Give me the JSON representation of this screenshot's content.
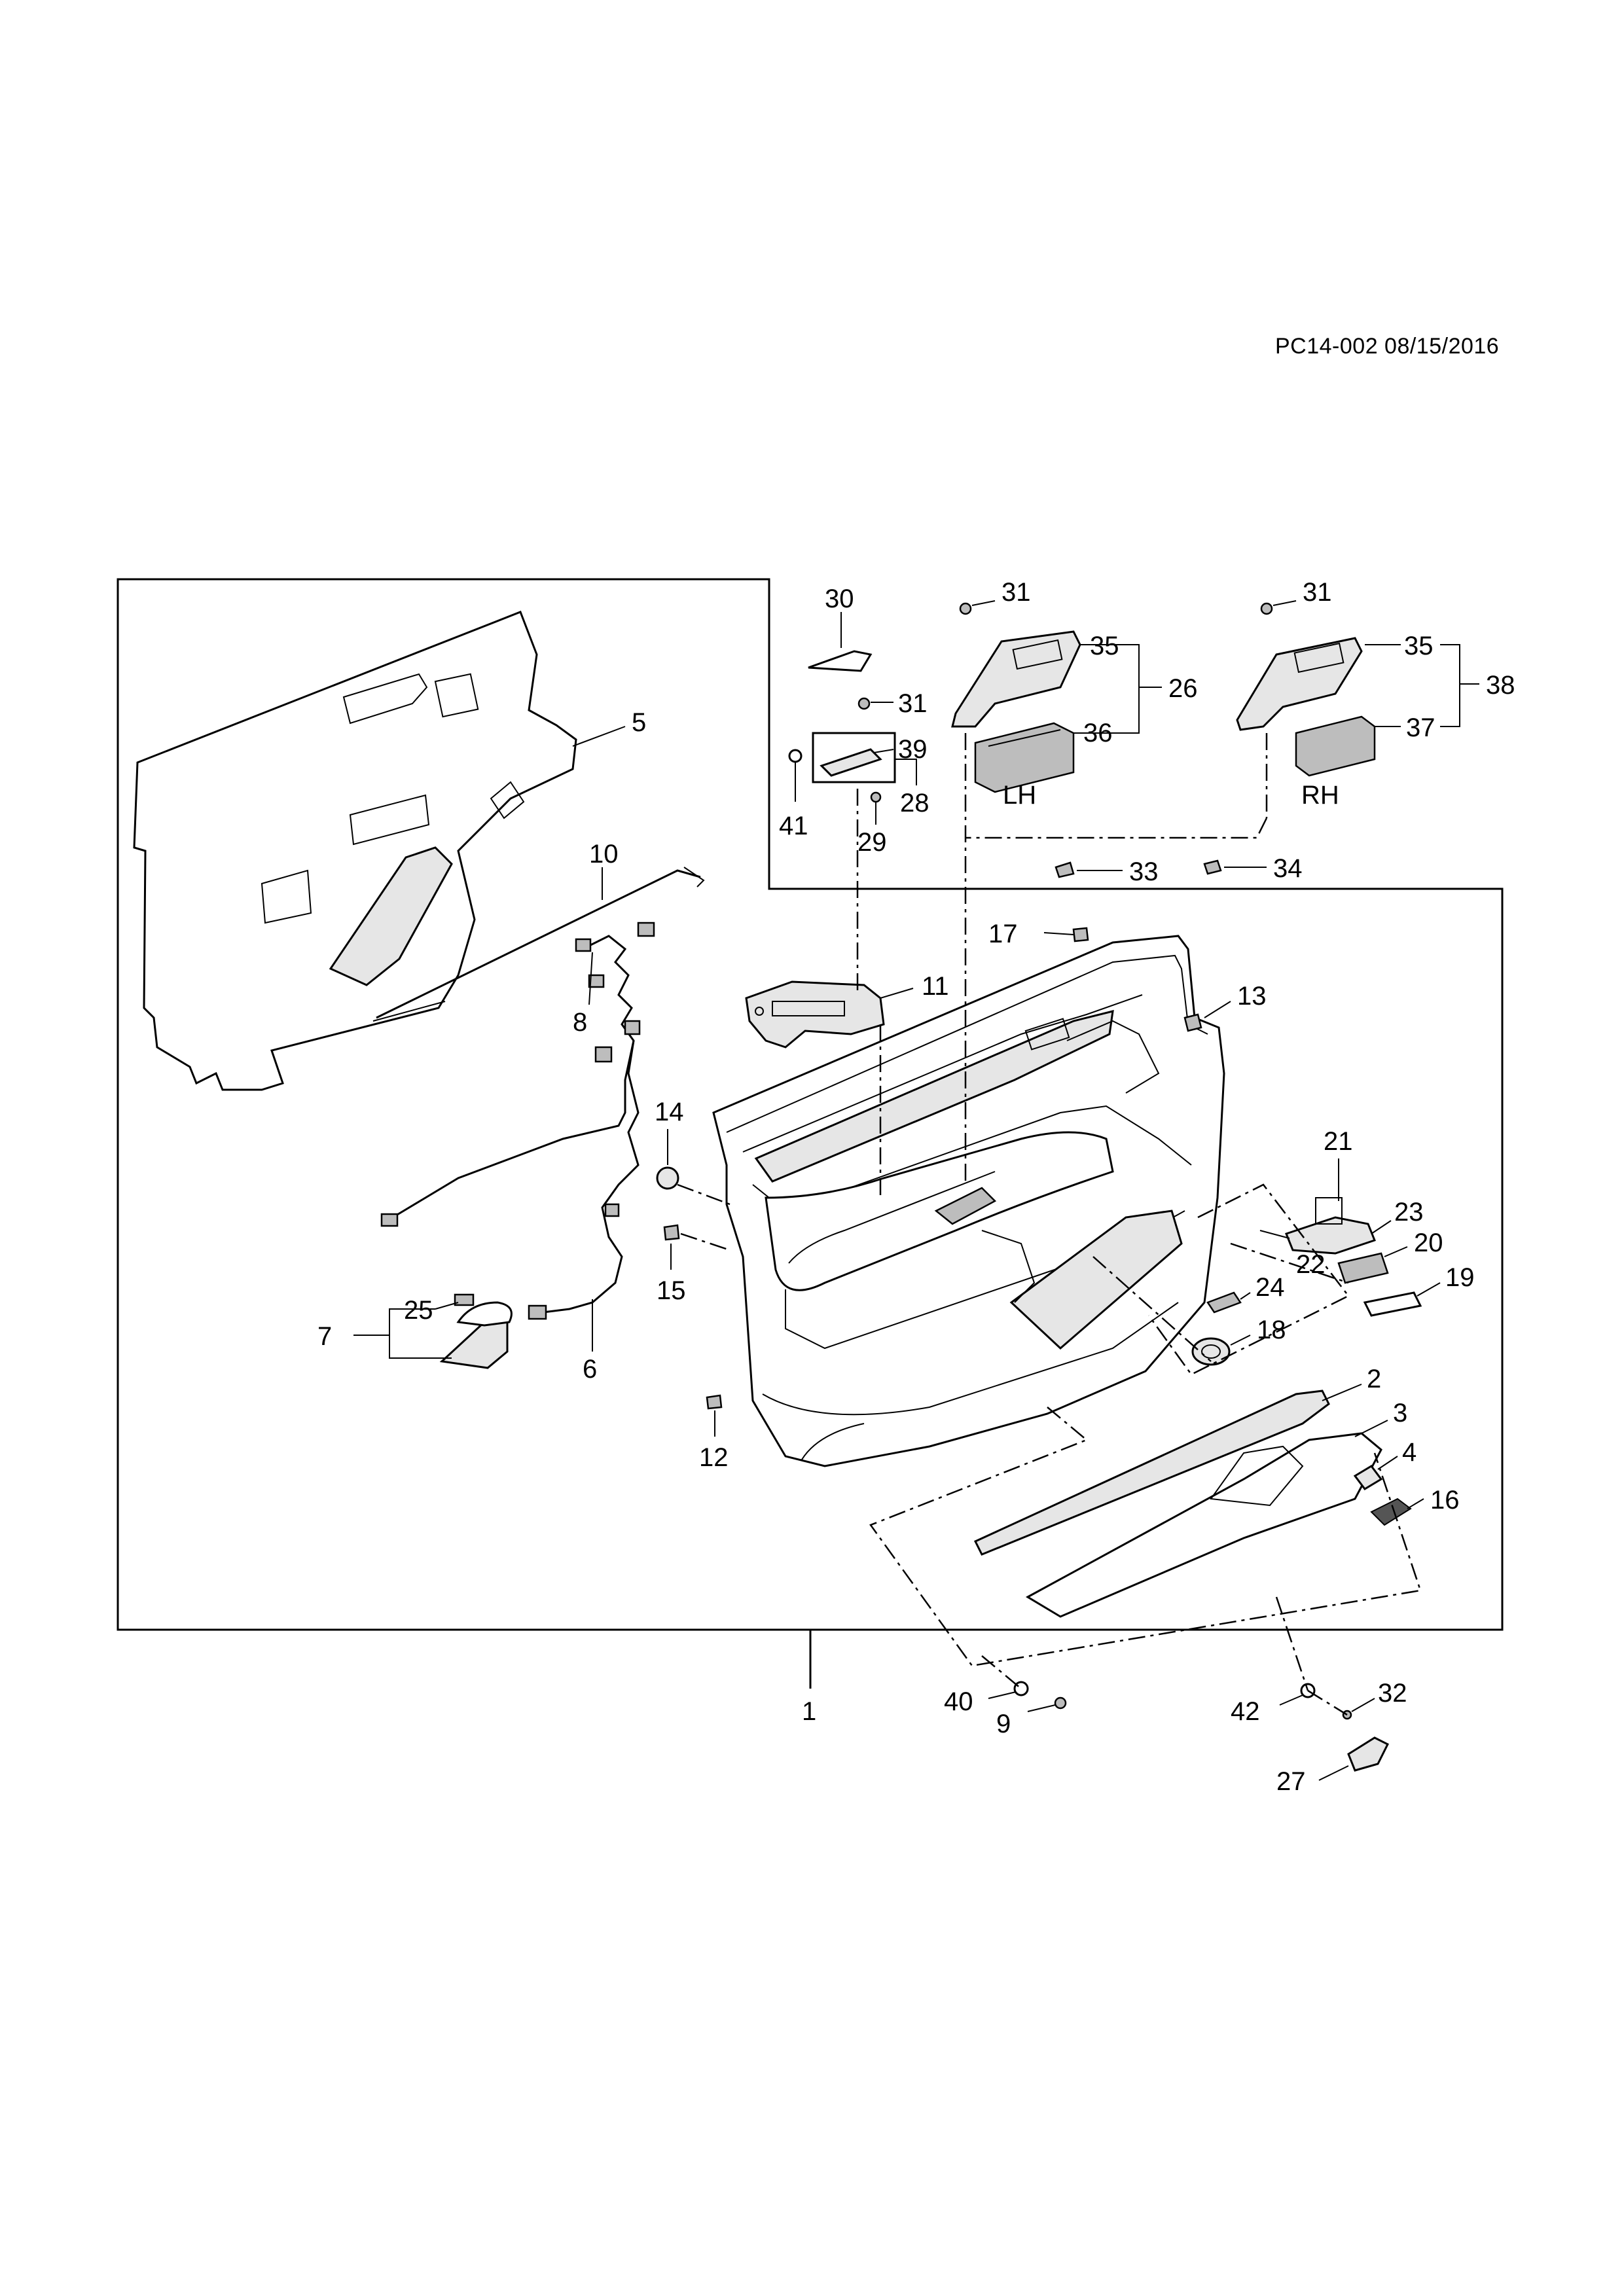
{
  "header": {
    "doc_id": "PC14-002 08/15/2016"
  },
  "callouts": [
    {
      "id": "c1",
      "label": "1"
    },
    {
      "id": "c2",
      "label": "2"
    },
    {
      "id": "c3",
      "label": "3"
    },
    {
      "id": "c4",
      "label": "4"
    },
    {
      "id": "c5",
      "label": "5"
    },
    {
      "id": "c6",
      "label": "6"
    },
    {
      "id": "c7",
      "label": "7"
    },
    {
      "id": "c8",
      "label": "8"
    },
    {
      "id": "c9",
      "label": "9"
    },
    {
      "id": "c10",
      "label": "10"
    },
    {
      "id": "c11",
      "label": "11"
    },
    {
      "id": "c12",
      "label": "12"
    },
    {
      "id": "c13",
      "label": "13"
    },
    {
      "id": "c14",
      "label": "14"
    },
    {
      "id": "c15",
      "label": "15"
    },
    {
      "id": "c16",
      "label": "16"
    },
    {
      "id": "c17",
      "label": "17"
    },
    {
      "id": "c18",
      "label": "18"
    },
    {
      "id": "c19",
      "label": "19"
    },
    {
      "id": "c20",
      "label": "20"
    },
    {
      "id": "c21",
      "label": "21"
    },
    {
      "id": "c22",
      "label": "22"
    },
    {
      "id": "c23",
      "label": "23"
    },
    {
      "id": "c24",
      "label": "24"
    },
    {
      "id": "c25",
      "label": "25"
    },
    {
      "id": "c26",
      "label": "26"
    },
    {
      "id": "c27",
      "label": "27"
    },
    {
      "id": "c28",
      "label": "28"
    },
    {
      "id": "c29",
      "label": "29"
    },
    {
      "id": "c30",
      "label": "30"
    },
    {
      "id": "c31a",
      "label": "31"
    },
    {
      "id": "c31b",
      "label": "31"
    },
    {
      "id": "c31c",
      "label": "31"
    },
    {
      "id": "c32",
      "label": "32"
    },
    {
      "id": "c33",
      "label": "33"
    },
    {
      "id": "c34",
      "label": "34"
    },
    {
      "id": "c35a",
      "label": "35"
    },
    {
      "id": "c35b",
      "label": "35"
    },
    {
      "id": "c36",
      "label": "36"
    },
    {
      "id": "c37",
      "label": "37"
    },
    {
      "id": "c38",
      "label": "38"
    },
    {
      "id": "c39",
      "label": "39"
    },
    {
      "id": "c40",
      "label": "40"
    },
    {
      "id": "c41",
      "label": "41"
    },
    {
      "id": "c42",
      "label": "42"
    }
  ],
  "side_labels": {
    "left": "LH",
    "right": "RH"
  }
}
